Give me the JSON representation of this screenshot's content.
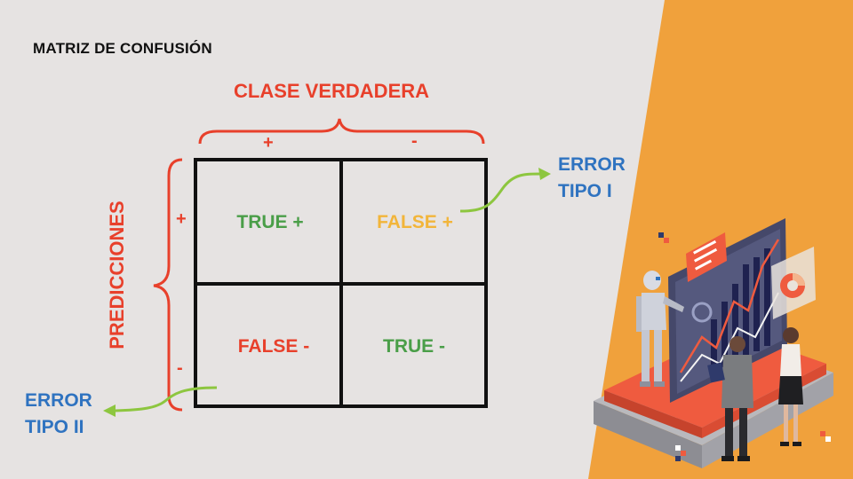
{
  "title": "MATRIZ DE CONFUSIÓN",
  "columns": {
    "header": "CLASE VERDADERA",
    "positive": "+",
    "negative": "-"
  },
  "rows": {
    "header": "PREDICCIONES",
    "positive": "+",
    "negative": "-"
  },
  "cells": {
    "tp": "TRUE +",
    "fp": "FALSE +",
    "fn": "FALSE -",
    "tn": "TRUE -"
  },
  "errors": {
    "type1_line1": "ERROR",
    "type1_line2": "TIPO I",
    "type2_line1": "ERROR",
    "type2_line2": "TIPO II"
  },
  "colors": {
    "background": "#e6e3e2",
    "orange": "#f0a13c",
    "red": "#e8402b",
    "green": "#4a9e48",
    "yellow": "#f2b53a",
    "blue": "#2f73c0",
    "arrow_green": "#8dc63f",
    "grid": "#111111"
  }
}
